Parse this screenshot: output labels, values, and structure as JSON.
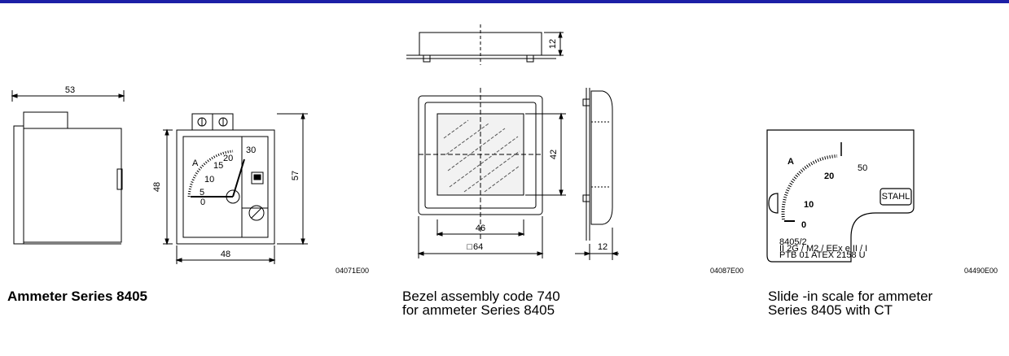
{
  "figures": [
    {
      "code": "04071E00",
      "caption": "Ammeter Series 8405",
      "dims": {
        "top": "53",
        "front_height": "48",
        "front_width": "48",
        "overall_height": "57"
      },
      "scale_labels": [
        "A",
        "5",
        "10",
        "15",
        "20",
        "0",
        "30"
      ]
    },
    {
      "code": "04087E00",
      "caption_line1": "Bezel assembly code 740",
      "caption_line2": "for ammeter Series 8405",
      "dims": {
        "top_height": "12",
        "window_height": "42",
        "window_width": "46",
        "outer_width": "64",
        "outer_prefix": "□",
        "side_depth": "12"
      }
    },
    {
      "code": "04490E00",
      "caption_line1": "Slide -in scale for ammeter",
      "caption_line2": "Series 8405 with CT",
      "scale_labels": [
        "A",
        "0",
        "10",
        "20",
        "50"
      ],
      "badge": "STAHL",
      "approval_lines": [
        "8405/2",
        "II 2G / M2 / EEx e II / I",
        "PTB 01 ATEX 2158 U"
      ]
    }
  ]
}
